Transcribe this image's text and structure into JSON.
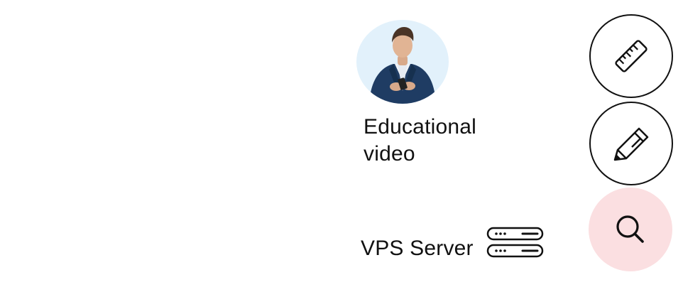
{
  "card": {
    "title": "Educational video",
    "avatar_icon": "person-with-phone-avatar"
  },
  "vps": {
    "label": "VPS Server",
    "icon": "server-rack-icon"
  },
  "actions": [
    {
      "icon": "ruler-icon"
    },
    {
      "icon": "pencil-icon"
    },
    {
      "icon": "search-icon"
    }
  ],
  "colors": {
    "text": "#111111",
    "avatar_bg": "#e2f1fb",
    "search_fab_bg": "#fbdfe1",
    "outline": "#111111"
  }
}
